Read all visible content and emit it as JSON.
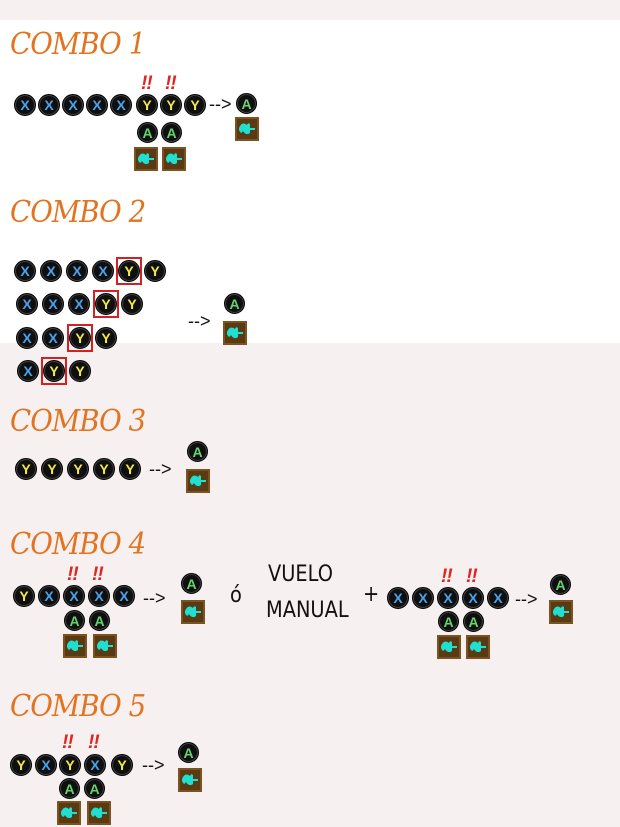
{
  "combos": [
    {
      "title": "COMBO 1"
    },
    {
      "title": "COMBO 2"
    },
    {
      "title": "COMBO 3"
    },
    {
      "title": "COMBO 4"
    },
    {
      "title": "COMBO 5"
    }
  ],
  "symbols": {
    "x": "X",
    "y": "Y",
    "a": "A",
    "mark": "!!",
    "arrow": "-->"
  },
  "combo4_alt": {
    "or": "ó",
    "line1": "VUELO",
    "line2": "MANUAL",
    "plus": "+"
  },
  "colors": {
    "title": "#e3731f",
    "x_button": "#4aa3ec",
    "y_button": "#f2e84a",
    "a_button": "#66d46c",
    "highlight": "#d42020"
  },
  "icons": [
    "x-button-icon",
    "y-button-icon",
    "a-button-icon",
    "glide-icon"
  ]
}
